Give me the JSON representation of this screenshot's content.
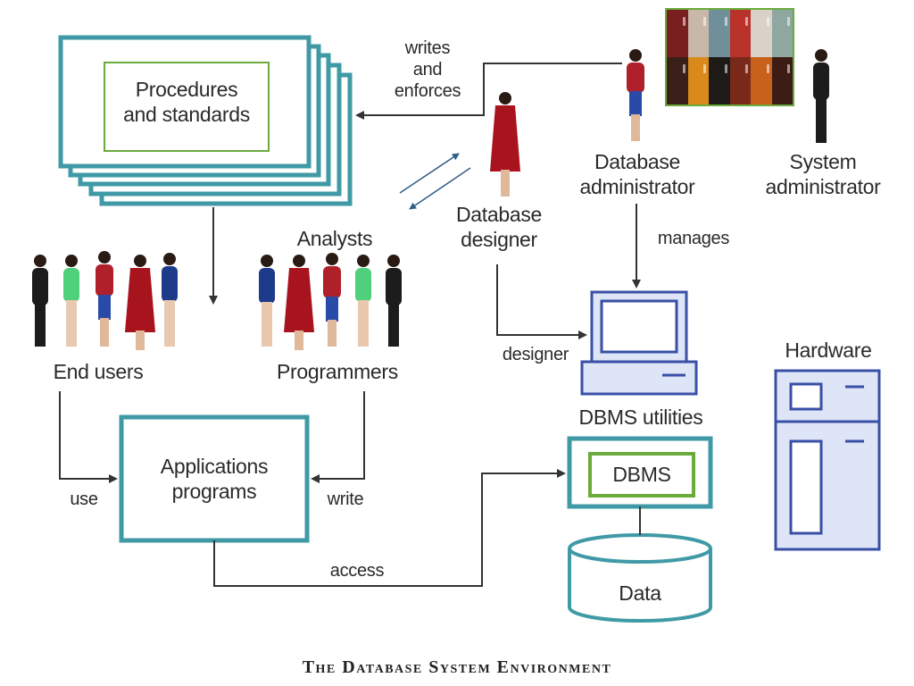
{
  "diagram": {
    "title": "The Database System Environment",
    "boxes": {
      "procedures": "Procedures\nand standards",
      "applications": "Applications\nprograms",
      "dbms": "DBMS",
      "data": "Data"
    },
    "groups": {
      "end_users": "End users",
      "analysts": "Analysts",
      "programmers": "Programmers",
      "hardware": "Hardware",
      "dbms_utilities": "DBMS utilities"
    },
    "roles": {
      "database_designer": "Database\ndesigner",
      "database_administrator": "Database\nadministrator",
      "system_administrator": "System\nadministrator"
    },
    "edges": {
      "writes_enforces": "writes\nand\nenforces",
      "manages": "manages",
      "designer": "designer",
      "use": "use",
      "write": "write",
      "access": "access"
    },
    "colors": {
      "box_stroke": "#3f9aa6",
      "box_fill": "#ffffff",
      "highlight": "#6aab3c",
      "hardware_fill": "#dde5f6",
      "hardware_stroke": "#3a4fa6",
      "arrow": "#333333"
    },
    "photo_swatches": [
      "#7a1f1f",
      "#c9b8a8",
      "#6f8f9b",
      "#b8322a",
      "#d8d2c8",
      "#8fa7a1",
      "#3a2018",
      "#d98a1a",
      "#1e1a18",
      "#7a2a1a",
      "#c8611c",
      "#3c1c14"
    ]
  }
}
